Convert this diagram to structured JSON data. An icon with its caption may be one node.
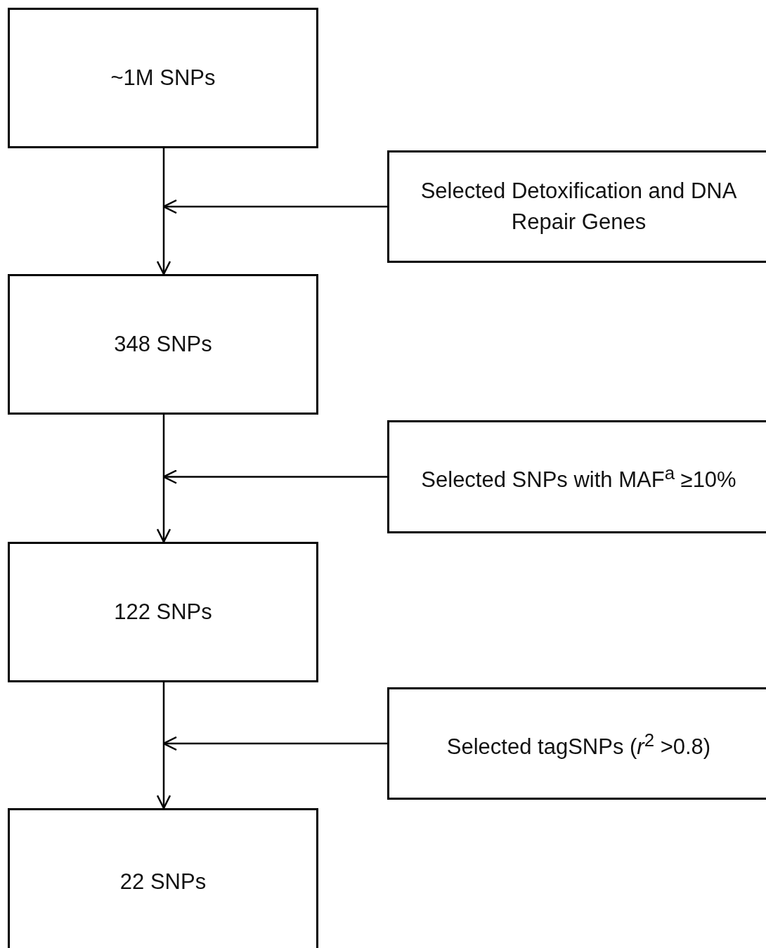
{
  "diagram": {
    "nodes": [
      {
        "text": [
          "~1M SNPs"
        ]
      },
      {
        "text": [
          "Selected Detoxification and DNA Repair Genes"
        ]
      },
      {
        "text": [
          "348 SNPs"
        ]
      },
      {
        "text": [
          "Selected SNPs with MAF$^{a}$ ≥10%"
        ]
      },
      {
        "text": [
          "122 SNPs"
        ]
      },
      {
        "text": [
          "Selected tagSNPs (*r*$^{2}$ >0.8)"
        ]
      },
      {
        "text": [
          "22 SNPs"
        ]
      }
    ],
    "edges": [
      {
        "from": 0,
        "to": 2,
        "arrow": "to"
      },
      {
        "from": 1,
        "to": null,
        "arrow": "to"
      },
      {
        "from": 2,
        "to": 4,
        "arrow": "to"
      },
      {
        "from": 3,
        "to": null,
        "arrow": "to"
      },
      {
        "from": 4,
        "to": 6,
        "arrow": "to"
      },
      {
        "from": 5,
        "to": null,
        "arrow": "to"
      }
    ]
  }
}
